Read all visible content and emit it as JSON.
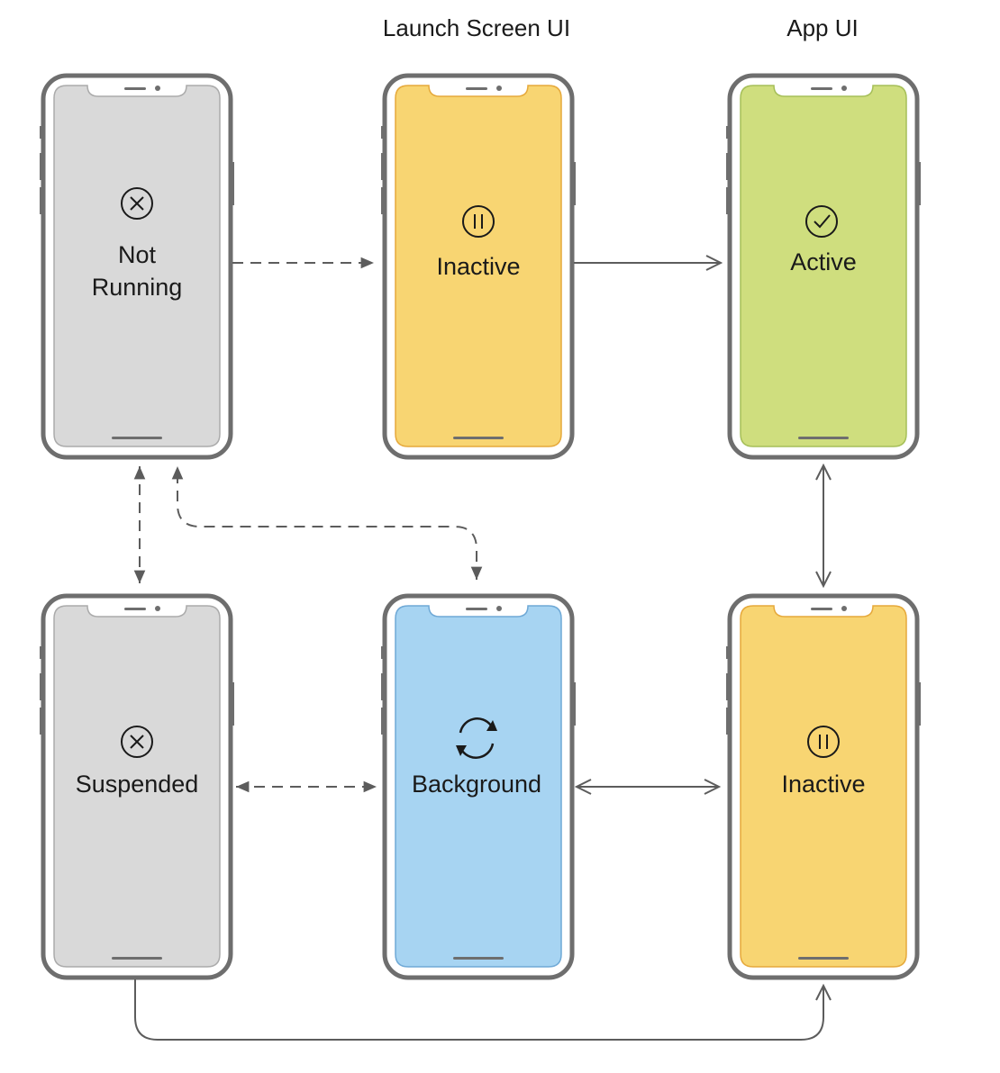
{
  "headers": {
    "launch_screen_ui": "Launch Screen UI",
    "app_ui": "App UI"
  },
  "colors": {
    "frame": "#6e6e6e",
    "gray_screen": "#d9d9d9",
    "yellow_screen": "#f8d572",
    "green_screen": "#cfde7e",
    "blue_screen": "#a7d4f2",
    "arrow": "#5c5c5c"
  },
  "states": {
    "not_running": {
      "line1": "Not",
      "line2": "Running",
      "icon": "x-circle-icon",
      "color": "gray"
    },
    "inactive_launch": {
      "label": "Inactive",
      "icon": "pause-circle-icon",
      "color": "yellow"
    },
    "active": {
      "label": "Active",
      "icon": "check-circle-icon",
      "color": "green"
    },
    "suspended": {
      "label": "Suspended",
      "icon": "x-circle-icon",
      "color": "gray"
    },
    "background": {
      "label": "Background",
      "icon": "refresh-arrows-icon",
      "color": "blue"
    },
    "inactive_app": {
      "label": "Inactive",
      "icon": "pause-circle-icon",
      "color": "yellow"
    }
  }
}
